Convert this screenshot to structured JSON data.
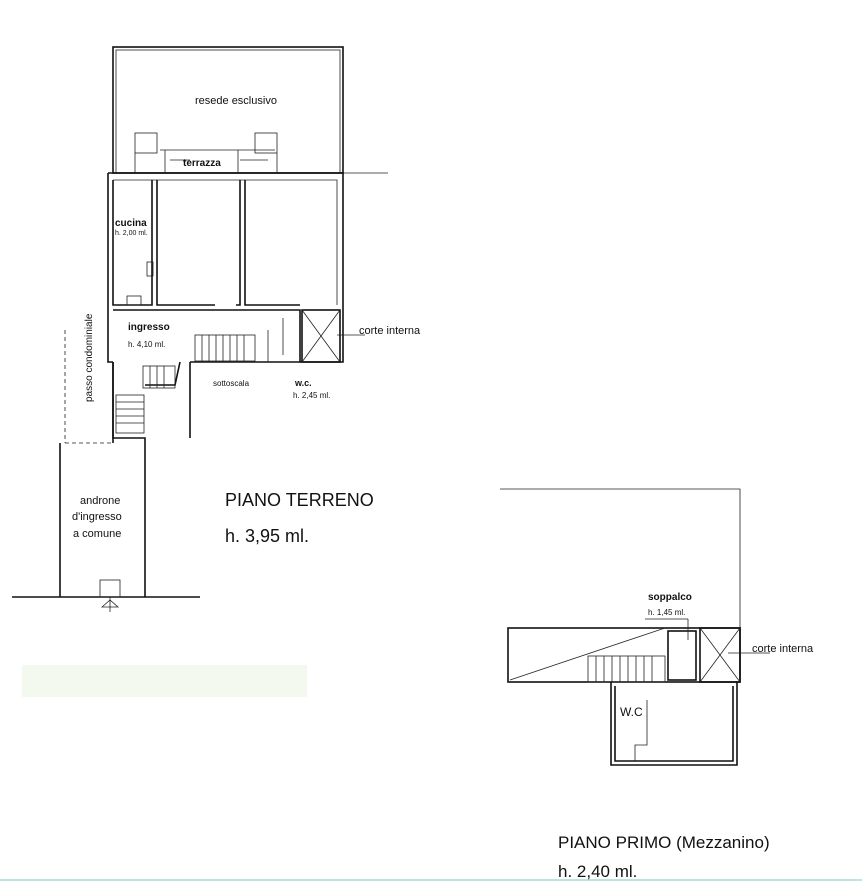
{
  "ground_floor": {
    "title": "PIANO TERRENO",
    "height": "h. 3,95 ml.",
    "rooms": {
      "resede": "resede esclusivo",
      "terrazza": "terrazza",
      "cucina": "cucina",
      "cucina_h": "h. 2,00 ml.",
      "ingresso": "ingresso",
      "ingresso_h": "h. 4,10 ml.",
      "corte": "corte interna",
      "sottoscala": "sottoscala",
      "wc": "w.c.",
      "wc_h": "h. 2,45 ml.",
      "passo": "passo condominiale",
      "androne_1": "androne",
      "androne_2": "d'ingresso",
      "androne_3": "a comune"
    }
  },
  "first_floor": {
    "title": "PIANO PRIMO (Mezzanino)",
    "height": "h. 2,40 ml.",
    "rooms": {
      "soppalco": "soppalco",
      "soppalco_h": "h. 1,45 ml.",
      "corte": "corte interna",
      "wc": "W.C"
    }
  }
}
